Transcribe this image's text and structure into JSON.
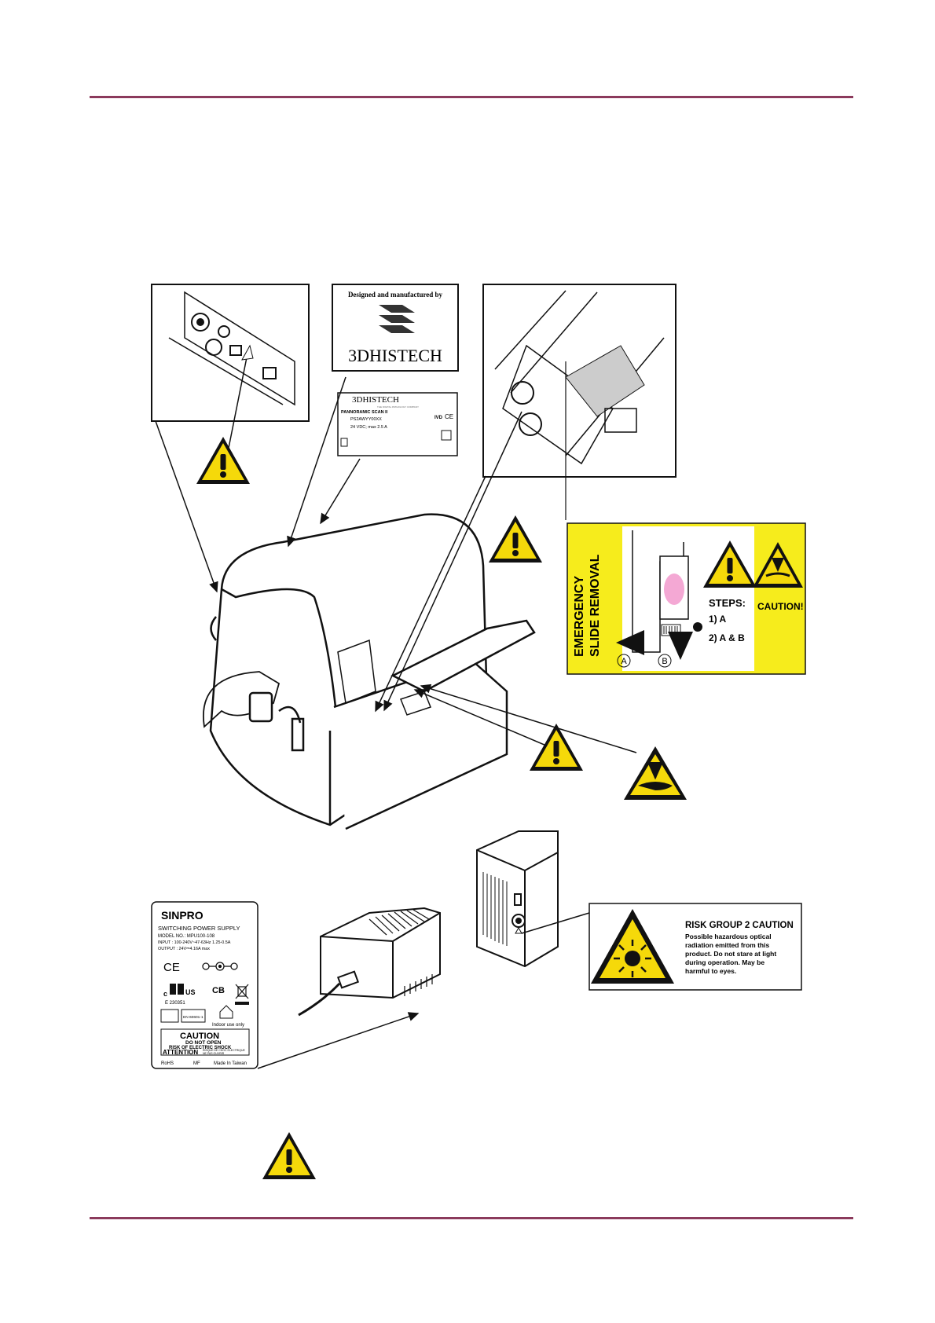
{
  "colors": {
    "rule": "#8b3a5c",
    "warning_yellow": "#f5d90a",
    "warning_black": "#111111",
    "emergency_yellow": "#f6ec1c",
    "slide_pink": "#f4a8d4",
    "arrow_yellow": "#f5d90a"
  },
  "logo_panel": {
    "caption": "Designed and manufactured by",
    "brand": "3DHISTECH"
  },
  "device_label": {
    "brand": "3DHISTECH",
    "tagline": "THE DIGITAL PATHOLOGY COMPANY",
    "product": "PANNORAMIC SCAN II",
    "ref_code": "PS2AWYY00XX",
    "rating": "24 VDC; max 2.5 A",
    "ivd": "IVD",
    "ce": "CE"
  },
  "emergency_label": {
    "title_line1": "EMERGENCY",
    "title_line2": "SLIDE REMOVAL",
    "steps_heading": "STEPS:",
    "step1": "1) A",
    "step2": "2) A & B",
    "caution": "CAUTION!",
    "marker_a": "A",
    "marker_b": "B"
  },
  "psu_label": {
    "brand": "SINPRO",
    "line1": "SWITCHING POWER SUPPLY",
    "line2": "MODEL NO.: MPU100-108",
    "line3": "INPUT : 100-240V~47-63Hz 1.25-0.5A",
    "line4": "OUTPUT : 24V⎓4.16A max",
    "ce": "CE",
    "ul_c": "c",
    "ul_us": "US",
    "ul_file": "E 230351",
    "cb": "CB",
    "en_standard": "EN 60601-1",
    "indoor": "Indoor use only",
    "caution_title": "CAUTION",
    "caution_l1": "DO NOT OPEN",
    "caution_l2": "RISK OF ELECTRIC SHOCK",
    "attention": "ATTENTION",
    "attention_l1": "RISQUE DE CHOC ELECTRIQUE",
    "attention_l2": "NE PAS OUVRIR",
    "rohs": "RoHS",
    "mf": "MF",
    "made_in": "Made In Taiwan"
  },
  "risk_label": {
    "title": "RISK GROUP 2 CAUTION",
    "text_l1": "Possible hazardous optical",
    "text_l2": "radiation emitted from this",
    "text_l3": "product. Do not stare at light",
    "text_l4": "during operation. May be",
    "text_l5": "harmful to eyes."
  },
  "icons": {
    "warning": "warning-triangle-icon",
    "hand": "hand-crush-warning-icon",
    "optical": "optical-radiation-warning-icon"
  }
}
